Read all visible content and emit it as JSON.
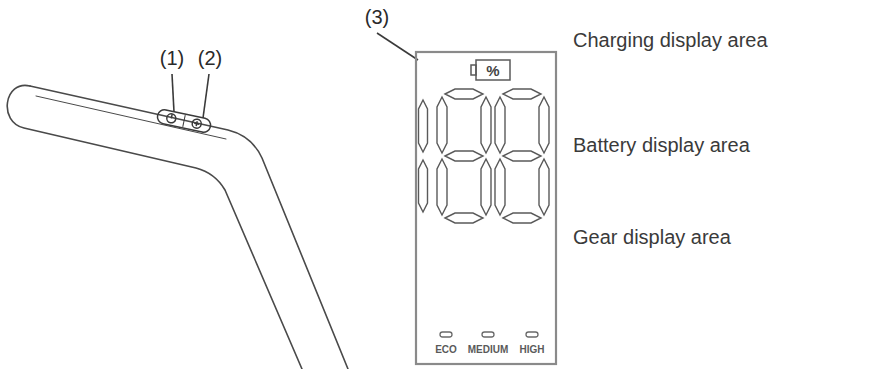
{
  "diagram": {
    "labels": [
      "(1)",
      "(2)",
      "(3)",
      "%",
      "Charging display area",
      "Battery display area",
      "Gear display area",
      "ECO",
      "MEDIUM",
      "HIGH"
    ]
  }
}
